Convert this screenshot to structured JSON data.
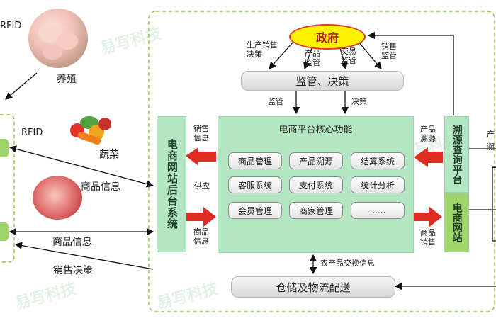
{
  "government": "政府",
  "regulation_bar": "监管、决策",
  "storage_bar": "仓储及物流配送",
  "core": {
    "title": "电商平台核心功能",
    "functions": [
      "商品管理",
      "产品溯源",
      "结算系统",
      "客服系统",
      "支付系统",
      "统计分析",
      "会员管理",
      "商家管理",
      "......"
    ]
  },
  "backend": "电商网站后台系统",
  "trace_platform": "溯源查询平台",
  "ecommerce_site": "电商网站",
  "labels": {
    "sales_decision_top": "生产销售决策",
    "product_supervision": "产品监管",
    "trade_supervision": "交易监管",
    "sales_supervision": "销售监管",
    "supervision": "监管",
    "decision": "决策",
    "sales_info": "销售信息",
    "supply": "供应",
    "goods_info_left": "商品信息",
    "product_trace": "产品溯源",
    "goods_sales": "商品销售",
    "ag_exchange": "农产品交换信息",
    "rfid_top": "RFID",
    "rfid_mid": "RFID",
    "farming": "养殖",
    "vegetables": "蔬菜",
    "goods_info_1": "商品信息",
    "goods_info_2": "商品信息",
    "sales_decision_left": "销售决策",
    "right_partial_1": "产",
    "right_partial_2": "溯"
  },
  "watermark": "易写科技"
}
